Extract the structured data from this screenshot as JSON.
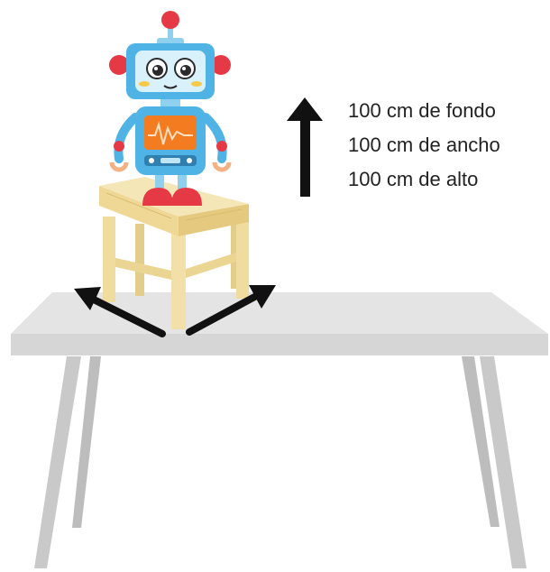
{
  "dimensions": {
    "depth": "100 cm de fondo",
    "width": "100 cm de ancho",
    "height": "100 cm de alto"
  },
  "colors": {
    "table_top": "#e2e2e2",
    "table_edge": "#d0d0d0",
    "table_legs": "#c8c8c8",
    "stool_wood": "#f2dfa6",
    "stool_wood_dark": "#d9c07a",
    "robot_blue": "#4fb3e6",
    "robot_screen": "#f47c20",
    "robot_red": "#e63946",
    "arrow": "#111111"
  },
  "icons": {
    "robot": "robot-illustration",
    "stool": "stool-illustration",
    "table": "table-illustration",
    "up_arrow": "up-arrow-icon",
    "left_arrow": "diagonal-left-arrow-icon",
    "right_arrow": "diagonal-right-arrow-icon"
  }
}
